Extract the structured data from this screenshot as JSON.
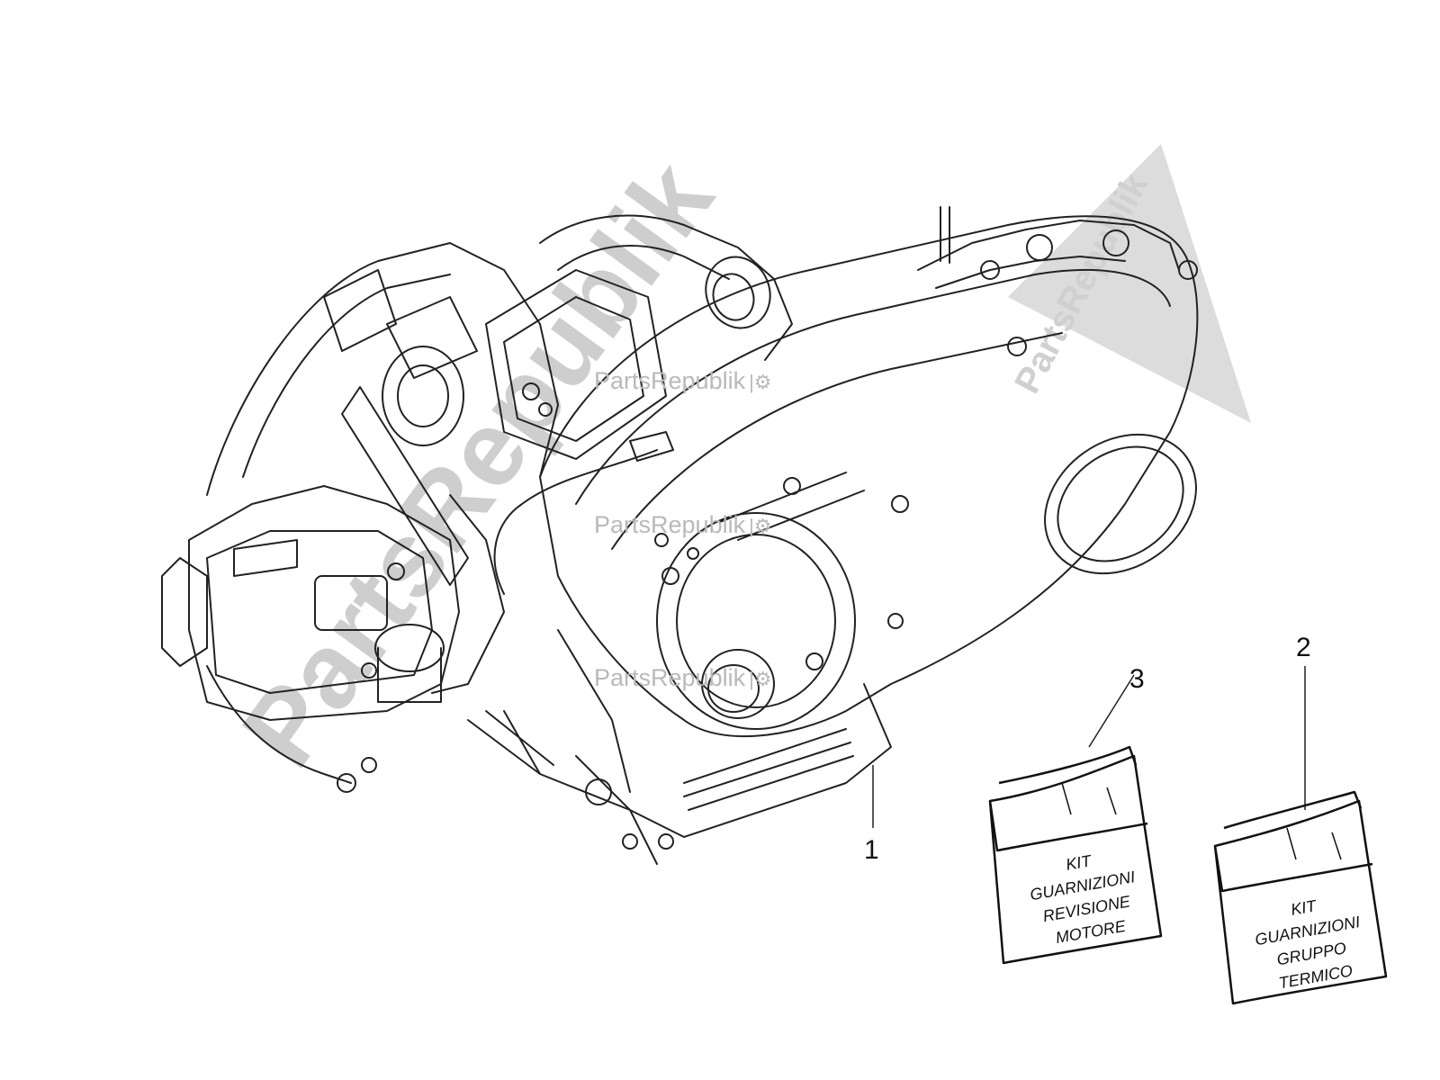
{
  "watermark": {
    "brand": "PartsRepublik",
    "large_text": "PartsRepublik"
  },
  "callouts": [
    {
      "id": "1",
      "label": "1"
    },
    {
      "id": "2",
      "label": "2"
    },
    {
      "id": "3",
      "label": "3"
    }
  ],
  "kit_bag_3": {
    "line1": "KIT",
    "line2": "GUARNIZIONI",
    "line3": "REVISIONE",
    "line4": "MOTORE"
  },
  "kit_bag_2": {
    "line1": "KIT",
    "line2": "GUARNIZIONI",
    "line3": "GRUPPO",
    "line4": "TERMICO"
  }
}
